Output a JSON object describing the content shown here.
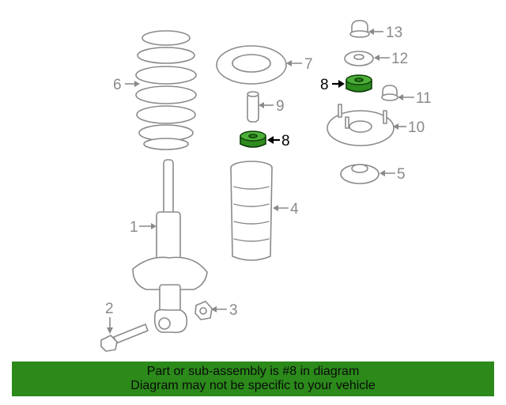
{
  "callouts": {
    "c1": "1",
    "c2": "2",
    "c3": "3",
    "c4": "4",
    "c5": "5",
    "c6": "6",
    "c7": "7",
    "c8a": "8",
    "c8b": "8",
    "c9": "9",
    "c10": "10",
    "c11": "11",
    "c12": "12",
    "c13": "13"
  },
  "banner": {
    "line1": "Part or sub-assembly is #8 in diagram",
    "line2": "Diagram may not be specific to your vehicle"
  },
  "colors": {
    "highlight": "#2e8b1e",
    "banner": "#2b8a1a",
    "linework": "#8a8a8a"
  }
}
